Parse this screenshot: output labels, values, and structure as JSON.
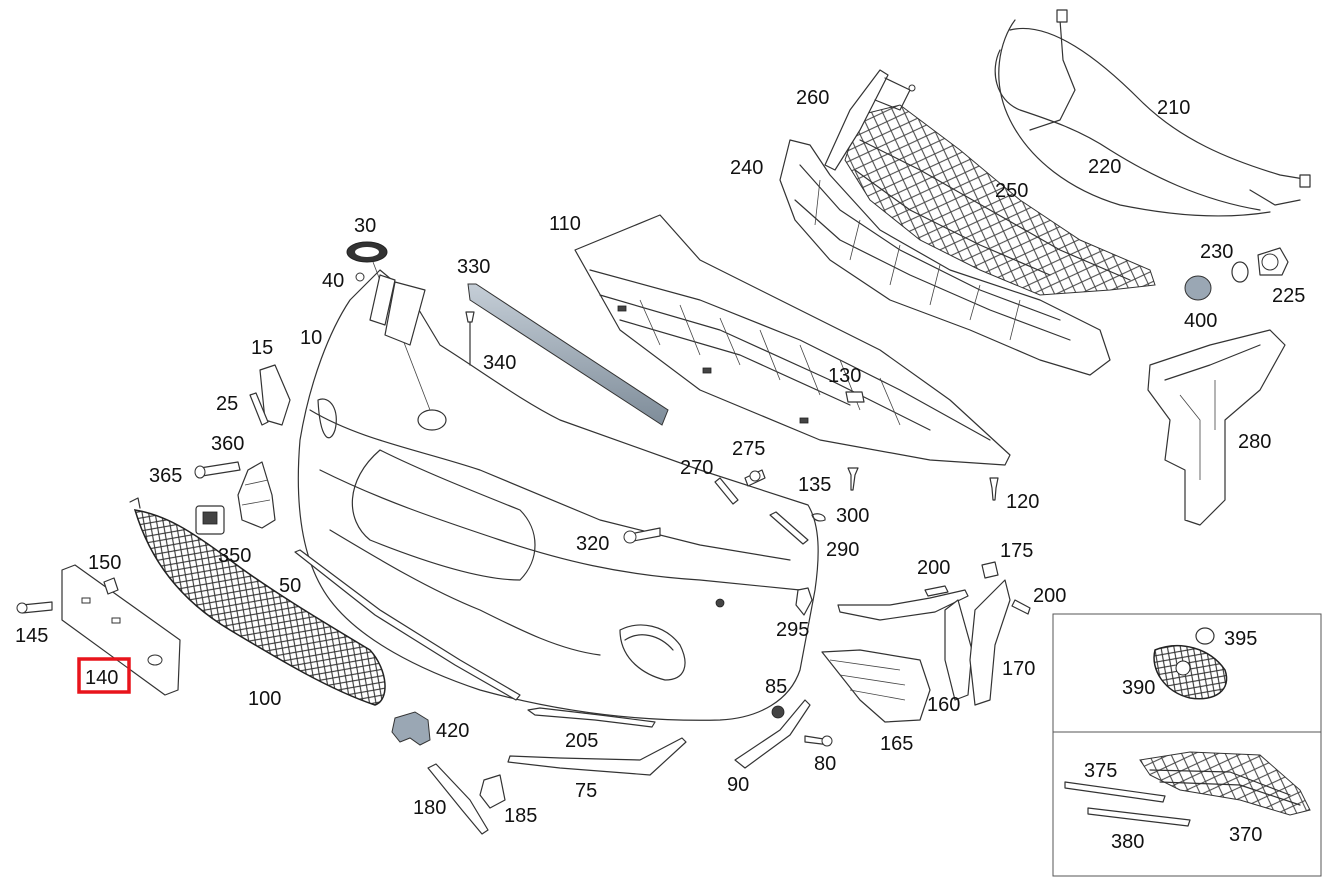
{
  "highlight_color": "#e8141b",
  "highlighted_part": "140",
  "labels": {
    "l10": "10",
    "l15": "15",
    "l25": "25",
    "l30": "30",
    "l40": "40",
    "l50": "50",
    "l75": "75",
    "l80": "80",
    "l85": "85",
    "l90": "90",
    "l100": "100",
    "l110": "110",
    "l120": "120",
    "l130": "130",
    "l135": "135",
    "l140": "140",
    "l145": "145",
    "l150": "150",
    "l160": "160",
    "l165": "165",
    "l170": "170",
    "l175": "175",
    "l180": "180",
    "l185": "185",
    "l200a": "200",
    "l200b": "200",
    "l205": "205",
    "l210": "210",
    "l220": "220",
    "l225": "225",
    "l230": "230",
    "l240": "240",
    "l250": "250",
    "l260": "260",
    "l270": "270",
    "l275": "275",
    "l280": "280",
    "l290": "290",
    "l295": "295",
    "l300": "300",
    "l320": "320",
    "l330": "330",
    "l340": "340",
    "l350": "350",
    "l360": "360",
    "l365": "365",
    "l370": "370",
    "l375": "375",
    "l380": "380",
    "l390": "390",
    "l395": "395",
    "l400": "400",
    "l420": "420"
  }
}
